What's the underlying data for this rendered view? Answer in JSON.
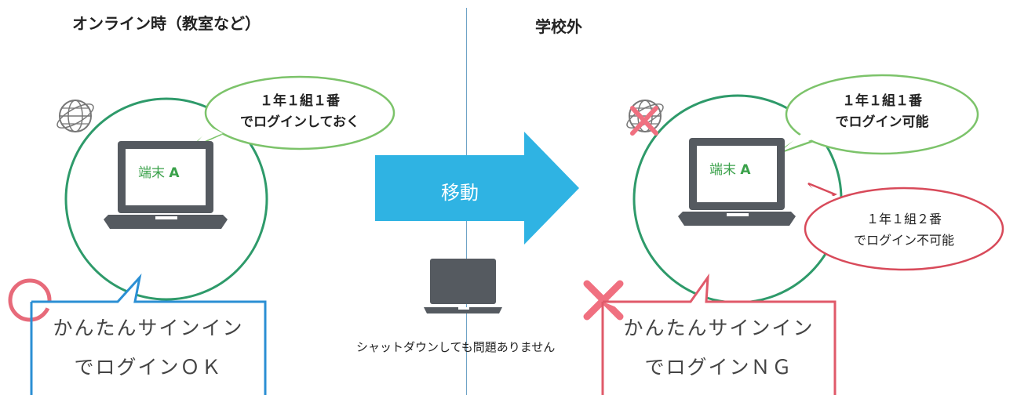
{
  "left": {
    "heading": "オンライン時（教室など）",
    "bubble_line1": "１年１組１番",
    "bubble_line2": "でログインしておく",
    "device_label": "端末",
    "device_letter": "A",
    "callout_line1": "かんたんサインイン",
    "callout_line2": "でログインＯＫ"
  },
  "right": {
    "heading": "学校外",
    "bubble_ok_line1": "１年１組１番",
    "bubble_ok_line2": "でログイン可能",
    "bubble_ng_line1": "１年１組２番",
    "bubble_ng_line2": "でログイン不可能",
    "device_label": "端末",
    "device_letter": "A",
    "callout_line1": "かんたんサインイン",
    "callout_line2": "でログインＮＧ"
  },
  "middle": {
    "arrow_label": "移動",
    "caption": "シャットダウンしても問題ありません"
  },
  "colors": {
    "green": "#7cc36a",
    "blue": "#2b8fd4",
    "red": "#e05a6a",
    "arrow": "#2fb3e3",
    "laptop": "#555a60"
  }
}
